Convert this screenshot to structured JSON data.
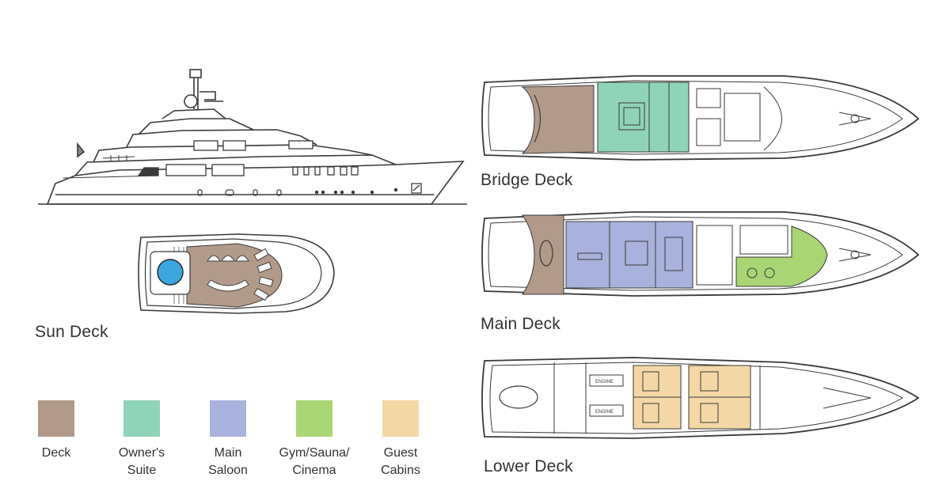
{
  "colors": {
    "deck": "#b19a8a",
    "owners_suite": "#8fd4b8",
    "main_saloon": "#a9b2dc",
    "gym_sauna_cinema": "#a9d575",
    "guest_cabins": "#f3d8a6",
    "pool": "#3aa7e0",
    "outline": "#3a3a3a"
  },
  "decks": {
    "sun": "Sun Deck",
    "bridge": "Bridge Deck",
    "main": "Main Deck",
    "lower": "Lower Deck"
  },
  "engine_labels": [
    "ENGINE",
    "ENGINE"
  ],
  "legend": [
    {
      "id": "deck",
      "lines": [
        "Deck"
      ]
    },
    {
      "id": "owners-suite",
      "lines": [
        "Owner's",
        "Suite"
      ]
    },
    {
      "id": "main-saloon",
      "lines": [
        "Main",
        "Saloon"
      ]
    },
    {
      "id": "gym-sauna-cinema",
      "lines": [
        "Gym/Sauna/",
        "Cinema"
      ]
    },
    {
      "id": "guest-cabins",
      "lines": [
        "Guest",
        "Cabins"
      ]
    }
  ]
}
